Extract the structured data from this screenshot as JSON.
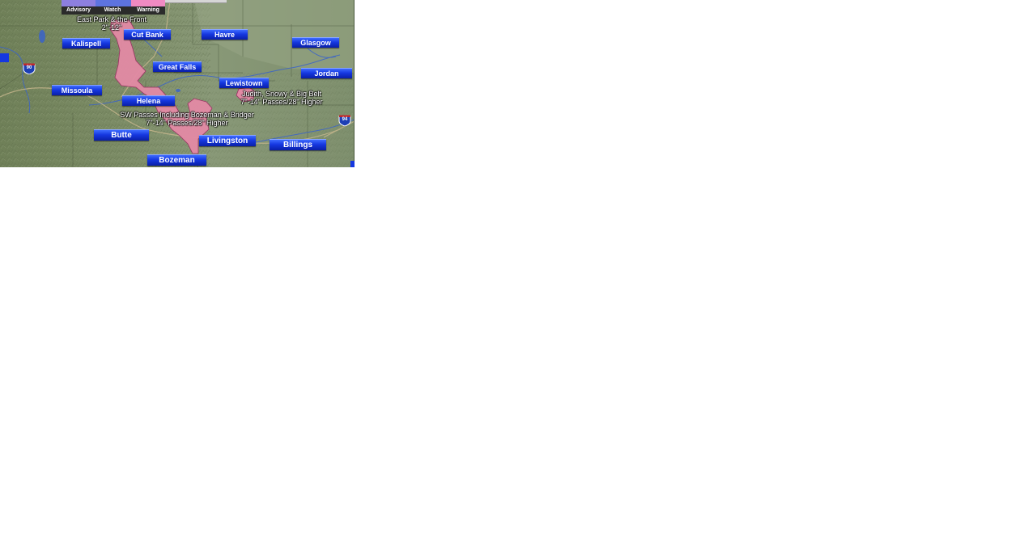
{
  "map": {
    "region": "Montana",
    "colors": {
      "terrain": "#7d8f6a",
      "advisory": "#7a6fd8",
      "watch": "#5568d8",
      "warning": "#e07aa8",
      "warning_zone": "#e38aa5",
      "city_label_bg": "#1537e0",
      "interstate_shield": "#1d3fb5"
    }
  },
  "legend": {
    "items": [
      {
        "label": "Advisory",
        "color": "#8d7fe0"
      },
      {
        "label": "Watch",
        "color": "#5d73e0"
      },
      {
        "label": "Warning",
        "color": "#f08ac2"
      }
    ]
  },
  "cities": [
    {
      "name": "Kalispell"
    },
    {
      "name": "Cut Bank"
    },
    {
      "name": "Havre"
    },
    {
      "name": "Glasgow"
    },
    {
      "name": "Great Falls"
    },
    {
      "name": "Jordan"
    },
    {
      "name": "Lewistown"
    },
    {
      "name": "Missoula"
    },
    {
      "name": "Helena"
    },
    {
      "name": "Butte"
    },
    {
      "name": "Livingston"
    },
    {
      "name": "Billings"
    },
    {
      "name": "Bozeman"
    }
  ],
  "annotations": {
    "east_park": {
      "line1": "East Park & the Front",
      "line2": "2\"-12\""
    },
    "judith": {
      "line1": "Judith, Snowy & Big Belt",
      "line2": "7\"-14\" Passes/28\" Higher"
    },
    "sw_passes": {
      "line1": "SW Passes Including Bozeman & Bridger",
      "line2": "7\"-14\" Passes/28\" Higher"
    }
  },
  "interstates": [
    {
      "number": "90"
    },
    {
      "number": "94"
    }
  ]
}
